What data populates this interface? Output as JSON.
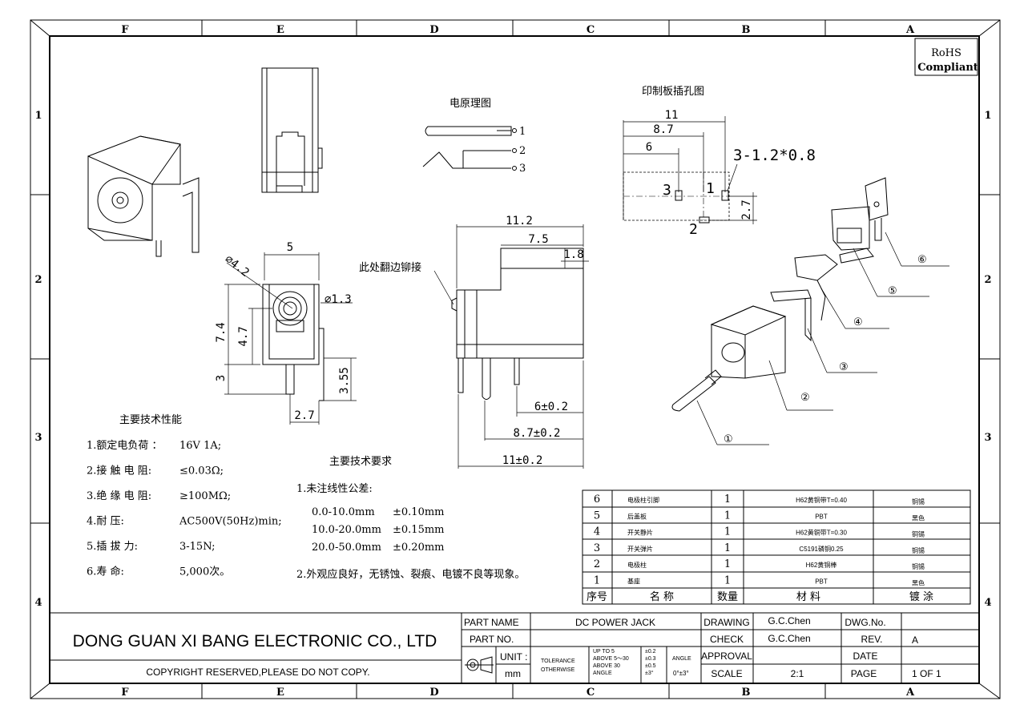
{
  "frame": {
    "col_labels": [
      "F",
      "E",
      "D",
      "C",
      "B",
      "A"
    ],
    "row_labels": [
      "1",
      "2",
      "3",
      "4"
    ]
  },
  "rohs": {
    "line1": "RoHS",
    "line2": "Compliant"
  },
  "schematic": {
    "title": "电原理图",
    "pins": [
      "1",
      "2",
      "3"
    ]
  },
  "pcb": {
    "title": "印制板插孔图",
    "dims": [
      "11",
      "8.7",
      "6",
      "2.7"
    ],
    "hole_spec": "3-1.2*0.8",
    "pin_labels": [
      "3",
      "1",
      "2"
    ]
  },
  "front_view": {
    "dims": [
      "5",
      "⌀4.2",
      "⌀1.3",
      "7.4",
      "4.7",
      "3",
      "3.55",
      "2.7"
    ]
  },
  "side_view": {
    "dims": [
      "11.2",
      "7.5",
      "1.8",
      "6±0.2",
      "8.7±0.2",
      "11±0.2"
    ],
    "note": "此处翻边铆接"
  },
  "explode": {
    "labels": [
      "①",
      "②",
      "③",
      "④",
      "⑤",
      "⑥"
    ]
  },
  "spec": {
    "title": "主要技术性能",
    "items": [
      {
        "label": "1.额定电负荷 ：",
        "value": "16V 1A;"
      },
      {
        "label": "2.接 触 电 阻:",
        "value": "≤0.03Ω;"
      },
      {
        "label": "3.绝 缘 电 阻:",
        "value": "≥100MΩ;"
      },
      {
        "label": "4.耐       压:",
        "value": "AC500V(50Hz)min;"
      },
      {
        "label": "5.插  拔   力:",
        "value": "3-15N;"
      },
      {
        "label": "6.寿       命:",
        "value": "5,000次。"
      }
    ]
  },
  "req": {
    "title": "主要技术要求",
    "sub1": "1.未注线性公差:",
    "tolerances": [
      {
        "range": "0.0-10.0mm",
        "tol": "±0.10mm"
      },
      {
        "range": "10.0-20.0mm",
        "tol": "±0.15mm"
      },
      {
        "range": "20.0-50.0mm",
        "tol": "±0.20mm"
      }
    ],
    "sub2": "2.外观应良好，无锈蚀、裂痕、电镀不良等现象。"
  },
  "bom": {
    "headers": [
      "序号",
      "名  称",
      "数量",
      "材  料",
      "镀  涂"
    ],
    "rows": [
      {
        "no": "6",
        "name": "电极柱引脚",
        "qty": "1",
        "material": "H62黄铜带T=0.40",
        "plating": "铜锡"
      },
      {
        "no": "5",
        "name": "后盖板",
        "qty": "1",
        "material": "PBT",
        "plating": "黑色"
      },
      {
        "no": "4",
        "name": "开关静片",
        "qty": "1",
        "material": "H62黄铜带T=0.30",
        "plating": "铜锡"
      },
      {
        "no": "3",
        "name": "开关弹片",
        "qty": "1",
        "material": "C5191磷铜0.25",
        "plating": "铜锡"
      },
      {
        "no": "2",
        "name": "电极柱",
        "qty": "1",
        "material": "H62黄铜棒",
        "plating": "铜锡"
      },
      {
        "no": "1",
        "name": "基座",
        "qty": "1",
        "material": "PBT",
        "plating": "黑色"
      }
    ]
  },
  "title_block": {
    "company": "DONG GUAN XI BANG ELECTRONIC CO., LTD",
    "copyright": "COPYRIGHT RESERVED,PLEASE DO NOT COPY.",
    "part_name_label": "PART NAME",
    "part_name": "DC POWER JACK",
    "part_no_label": "PART NO.",
    "unit_label": "UNIT :",
    "unit": "mm",
    "tolerance_label": "TOLERANCE",
    "otherwise_label": "OTHERWISE",
    "tol_rows": [
      "UP TO 5",
      "ABOVE 5～30",
      "ABOVE 30",
      "ANGLE"
    ],
    "tol_vals": [
      "±0.2",
      "±0.3",
      "±0.5",
      "±3°"
    ],
    "angle_label": "ANGLE",
    "angle_val": "0°±3°",
    "drawing_label": "DRAWING",
    "drawing": "G.C.Chen",
    "check_label": "CHECK",
    "check": "G.C.Chen",
    "approval_label": "APPROVAL",
    "scale_label": "SCALE",
    "scale": "2:1",
    "dwg_label": "DWG.No.",
    "rev_label": "REV.",
    "rev": "A",
    "date_label": "DATE",
    "page_label": "PAGE",
    "page": "1 OF 1"
  }
}
